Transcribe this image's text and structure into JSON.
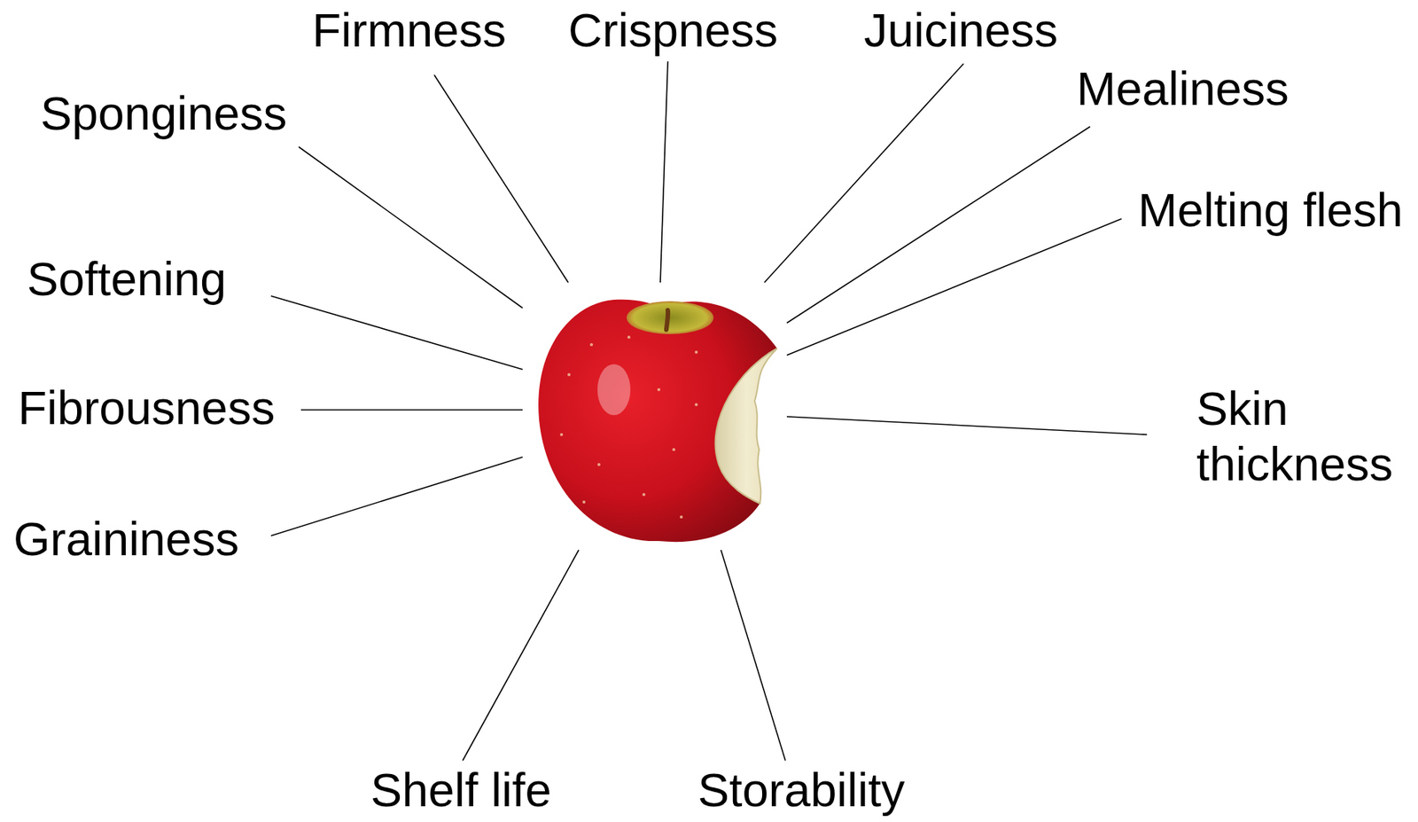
{
  "diagram": {
    "labels": [
      "Firmness",
      "Crispness",
      "Juiciness",
      "Mealiness",
      "Sponginess",
      "Melting flesh",
      "Softening",
      "Fibrousness",
      "Skin thickness",
      "Graininess",
      "Shelf life",
      "Storability"
    ]
  }
}
